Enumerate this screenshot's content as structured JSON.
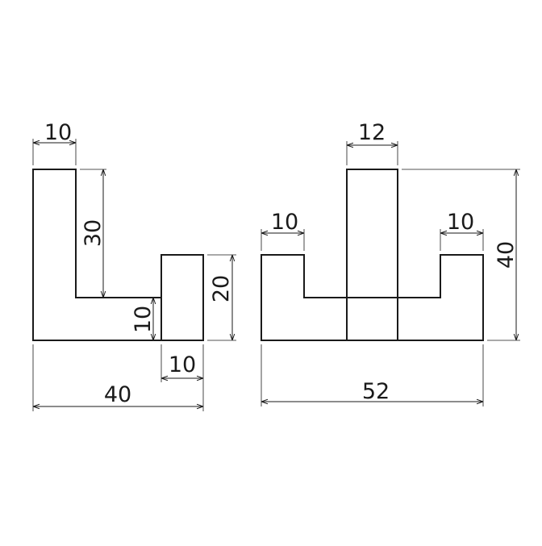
{
  "left_view": {
    "dimensions": {
      "top_width": "10",
      "inner_height": "30",
      "step_height": "10",
      "right_height": "20",
      "right_width": "10",
      "overall_width": "40"
    }
  },
  "right_view": {
    "dimensions": {
      "center_width": "12",
      "left_tab_width": "10",
      "right_tab_width": "10",
      "overall_height": "40",
      "overall_width": "52"
    }
  },
  "colors": {
    "line": "#1a1a1a",
    "background": "#ffffff"
  }
}
